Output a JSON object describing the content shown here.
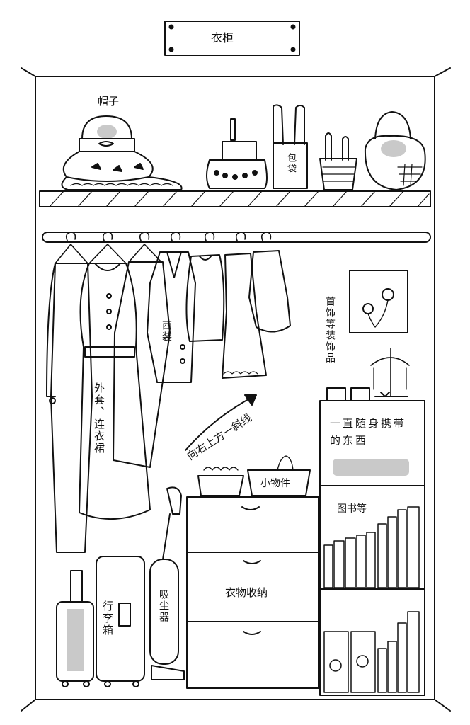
{
  "colors": {
    "ink": "#111111",
    "paper": "#ffffff",
    "blur": "#c9c9c9"
  },
  "sign": {
    "title": "衣柜"
  },
  "labels": {
    "hat": "帽子",
    "bag": "包袋",
    "suit": "西装",
    "jewelry": "首饰等装饰品",
    "coat": "外套、连衣裙",
    "diagonal": "向右上方一斜线",
    "carry_items": "一直随身携带的东西",
    "small_items": "小物件",
    "books": "图书等",
    "clothes_storage": "衣物收纳",
    "luggage": "行李箱",
    "vacuum": "吸尘器"
  },
  "icons": [
    "hat-icon",
    "handbag-icon",
    "tote-bag-icon",
    "basket-icon",
    "purse-icon",
    "hanger-icon",
    "coat-icon",
    "suit-icon",
    "dress-icon",
    "flower-picture-icon",
    "jewelry-stand-icon",
    "drawer-icon",
    "book-icon",
    "suitcase-icon",
    "vacuum-cleaner-icon",
    "arrow-up-right-icon"
  ]
}
